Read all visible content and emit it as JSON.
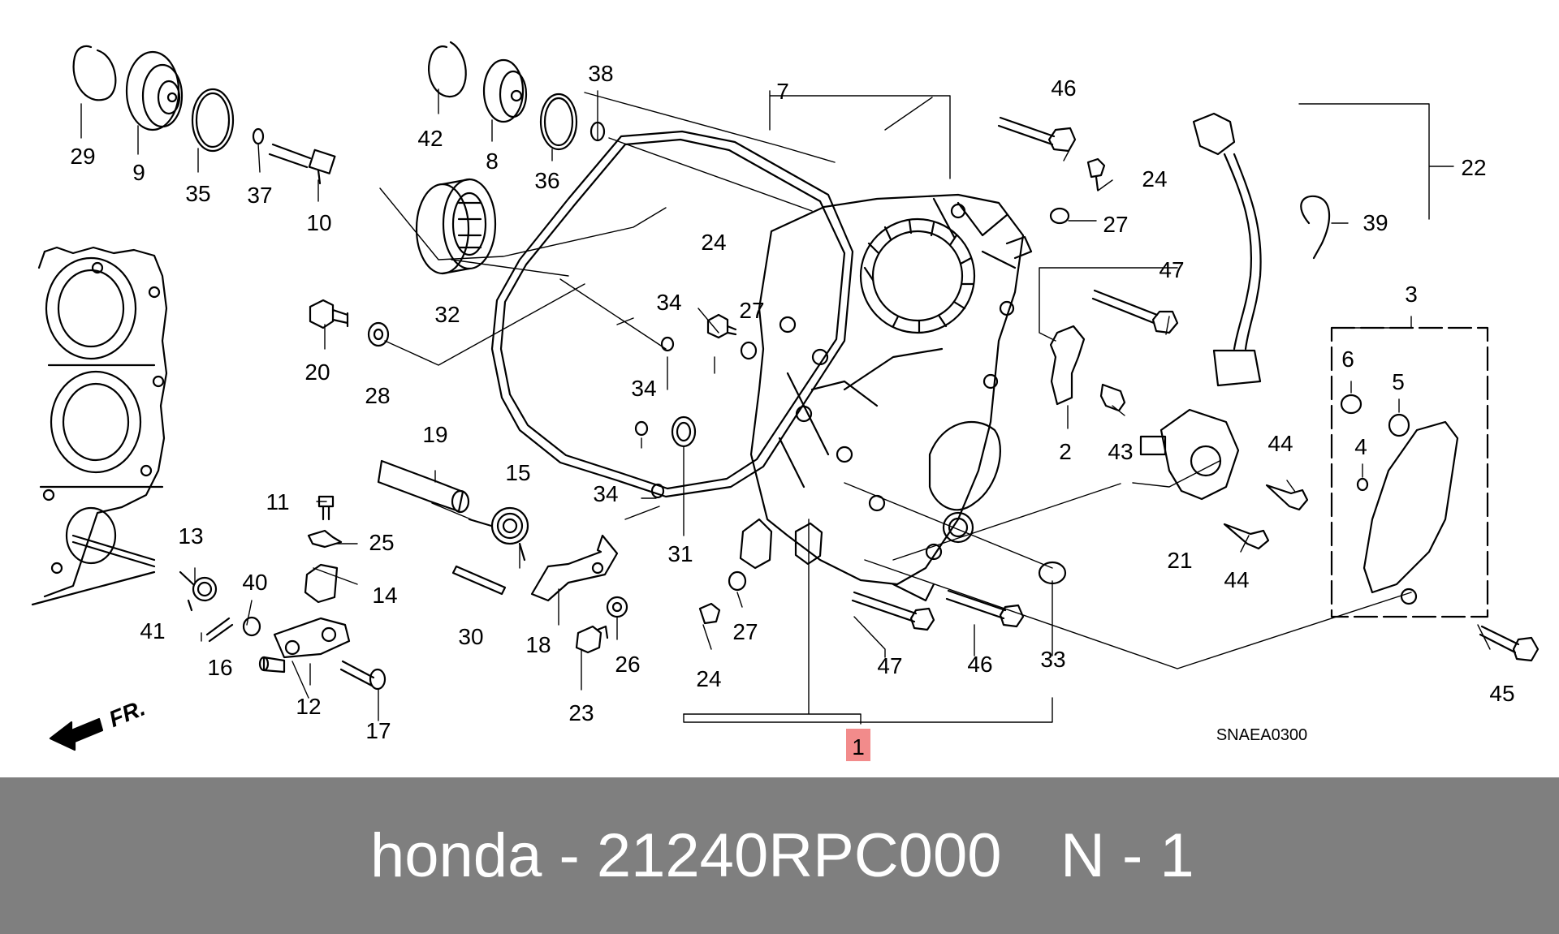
{
  "diagram": {
    "callouts": [
      "29",
      "9",
      "35",
      "37",
      "10",
      "42",
      "8",
      "36",
      "38",
      "7",
      "46",
      "24",
      "22",
      "39",
      "27",
      "47",
      "32",
      "20",
      "28",
      "34",
      "3",
      "6",
      "5",
      "2",
      "43",
      "4",
      "44",
      "19",
      "15",
      "11",
      "25",
      "13",
      "40",
      "14",
      "41",
      "16",
      "12",
      "17",
      "30",
      "18",
      "23",
      "26",
      "31",
      "21",
      "45",
      "33",
      "1"
    ],
    "highlighted_callout": "1",
    "highlight_color": "#f28b8b",
    "diagram_code": "SNAEA0300",
    "front_marker": "FR."
  },
  "footer": {
    "part_text": "honda - 21240RPC000",
    "qty_text": "N - 1",
    "background": "#7f7f7f",
    "text_color": "#ffffff"
  }
}
